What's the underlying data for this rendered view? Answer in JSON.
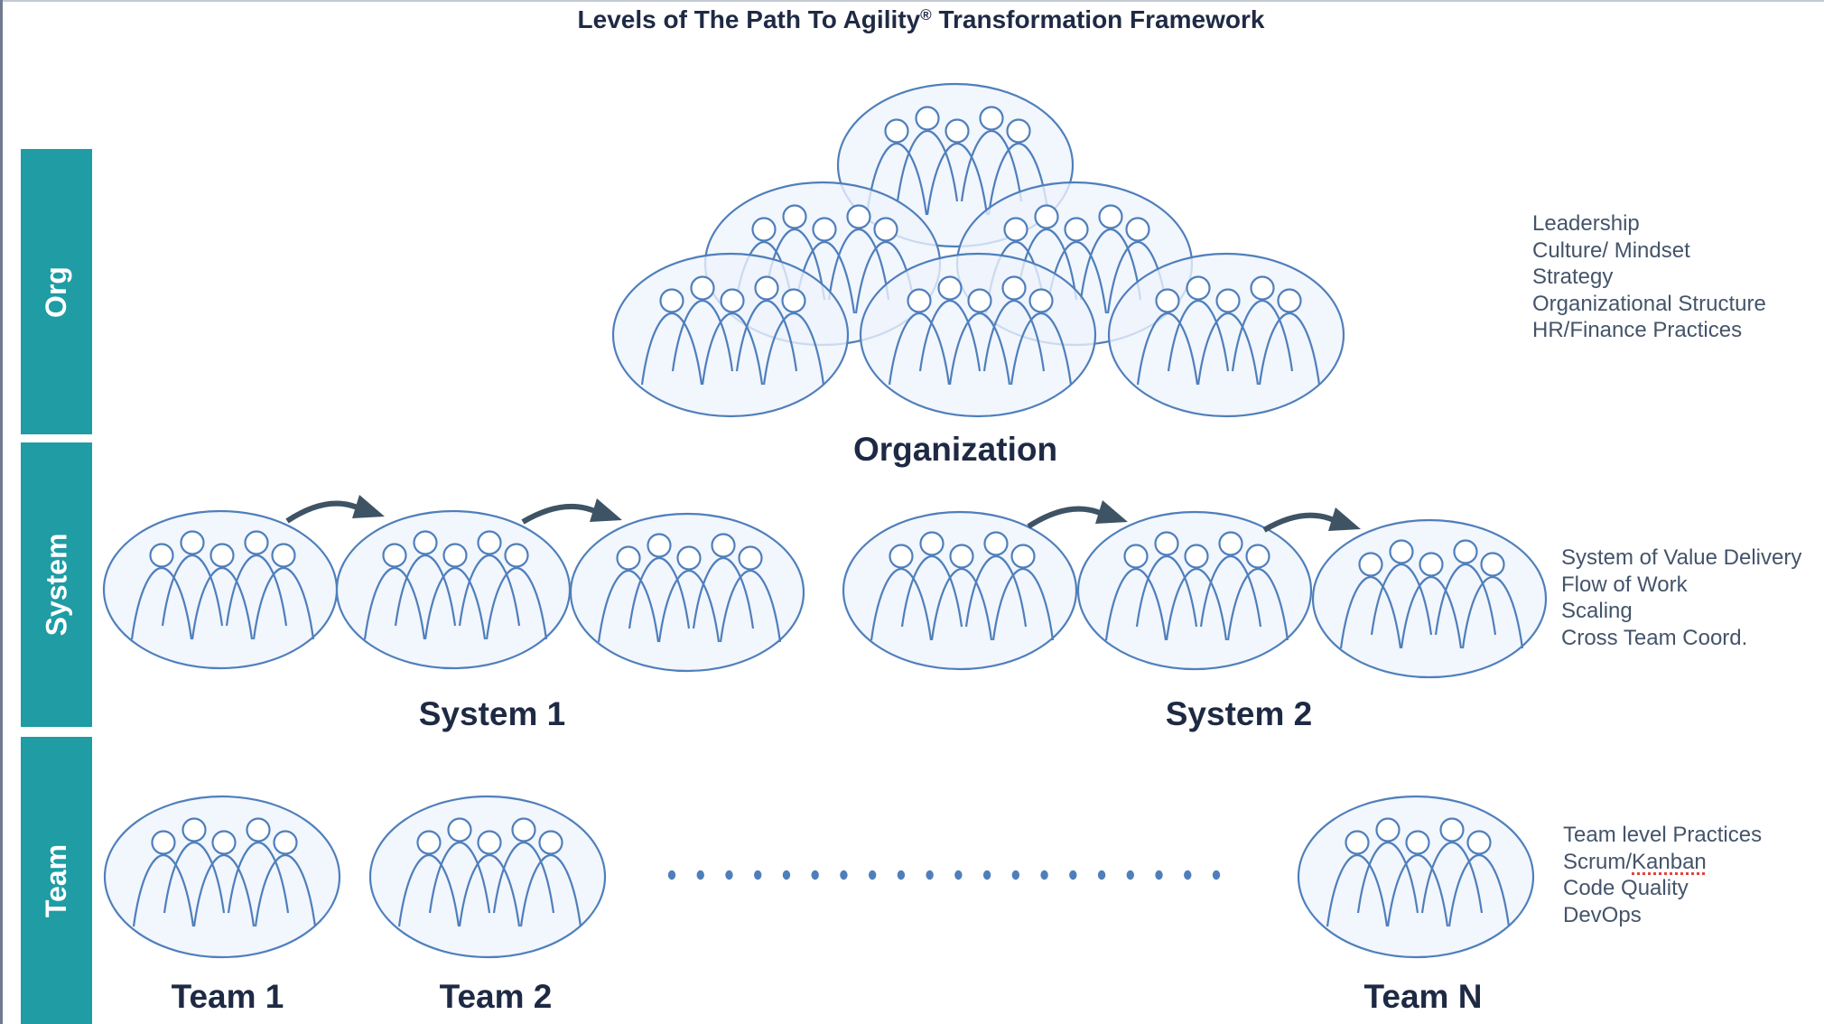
{
  "title": {
    "text": "Levels of The Path To Agility",
    "trademark": "®",
    "suffix": " Transformation Framework"
  },
  "levels": [
    {
      "id": "org",
      "label": "Org"
    },
    {
      "id": "system",
      "label": "System"
    },
    {
      "id": "team",
      "label": "Team"
    }
  ],
  "organization": {
    "label": "Organization",
    "group_count": 6,
    "people_per_group": 5,
    "description": [
      "Leadership",
      "Culture/ Mindset",
      "Strategy",
      "Organizational Structure",
      "HR/Finance Practices"
    ]
  },
  "systems": {
    "items": [
      {
        "label": "System 1",
        "group_count": 3,
        "arrows": 2
      },
      {
        "label": "System 2",
        "group_count": 3,
        "arrows": 2
      }
    ],
    "description": [
      "System of Value Delivery",
      "Flow of Work",
      "Scaling",
      "Cross Team Coord."
    ]
  },
  "teams": {
    "items": [
      {
        "label": "Team 1"
      },
      {
        "label": "Team 2"
      },
      {
        "label": "Team N"
      }
    ],
    "ellipsis_dot_count": 20,
    "description": [
      "Team level Practices",
      "Scrum/",
      "Kanban",
      "Code Quality",
      "DevOps"
    ],
    "spellcheck_flagged_word": "Kanban"
  },
  "colors": {
    "level_bar": "#1f9ca4",
    "group_stroke": "#4f7fbb",
    "group_fill": "#eef4fc",
    "arrow": "#3e5364",
    "heading_text": "#1e2a44",
    "description_text": "#44546a",
    "dots": "#4f7fbb"
  }
}
